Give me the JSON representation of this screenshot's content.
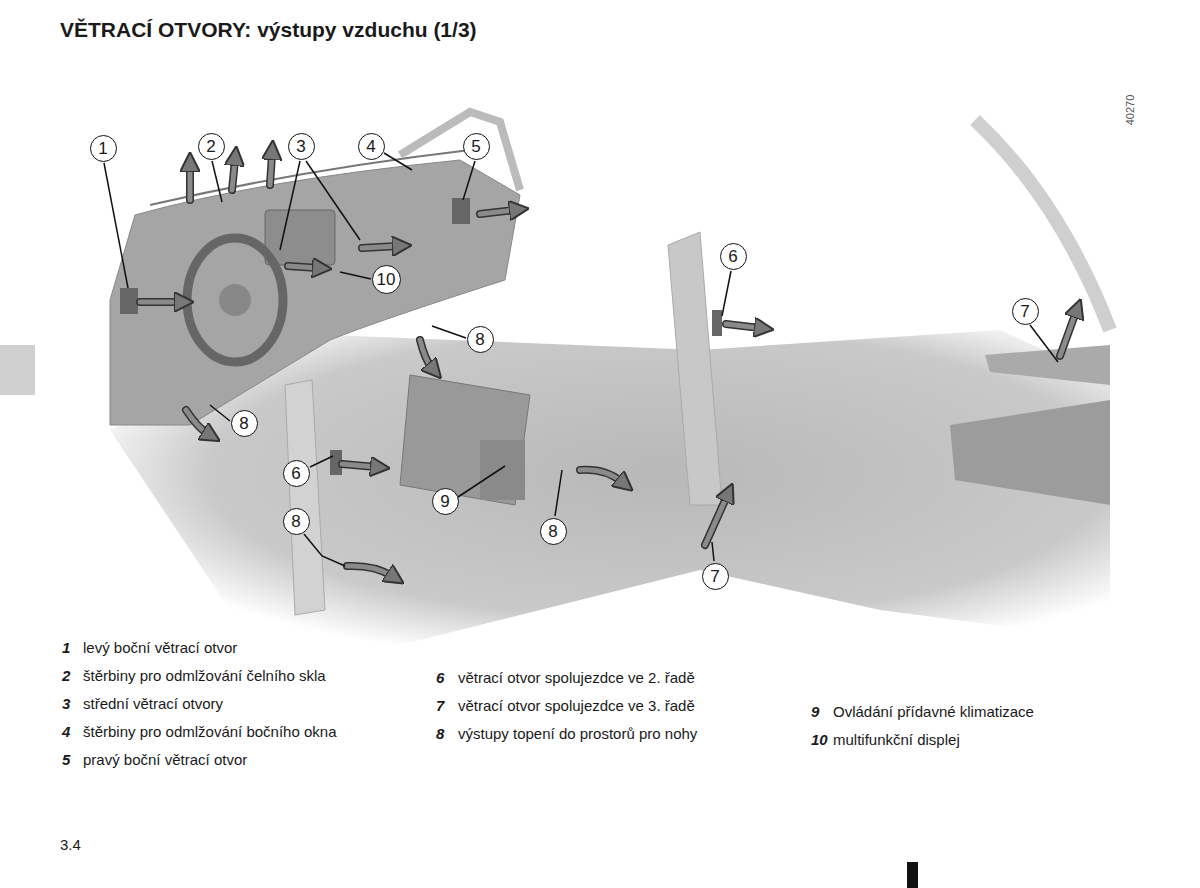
{
  "diagram": {
    "title": "VĚTRACÍ OTVORY: výstupy vzduchu (1/3)",
    "nodes": [
      {
        "text": [
          "1"
        ]
      },
      {
        "text": [
          "2"
        ]
      },
      {
        "text": [
          "3"
        ]
      },
      {
        "text": [
          "4"
        ]
      },
      {
        "text": [
          "5"
        ]
      },
      {
        "text": [
          "6"
        ]
      },
      {
        "text": [
          "7"
        ]
      },
      {
        "text": [
          "10"
        ]
      },
      {
        "text": [
          "8"
        ]
      },
      {
        "text": [
          "8"
        ]
      },
      {
        "text": [
          "6"
        ]
      },
      {
        "text": [
          "9"
        ]
      },
      {
        "text": [
          "8"
        ]
      },
      {
        "text": [
          "8"
        ]
      },
      {
        "text": [
          "7"
        ]
      }
    ],
    "labels": [
      "1",
      "levý boční větrací otvor",
      "2",
      "štěrbiny pro odmlžování čelního skla",
      "3",
      "střední větrací otvory",
      "4",
      "štěrbiny pro odmlžování bočního okna",
      "5",
      "pravý boční větrací otvor",
      "6",
      "větrací otvor spolujezdce ve 2. řadě",
      "7",
      "větrací otvor spolujezdce ve 3. řadě",
      "8",
      "výstupy topení do prostorů pro nohy",
      "9",
      "Ovládání přídavné klimatizace",
      "10",
      "multifunkční displej",
      "3.4",
      "40270"
    ]
  }
}
